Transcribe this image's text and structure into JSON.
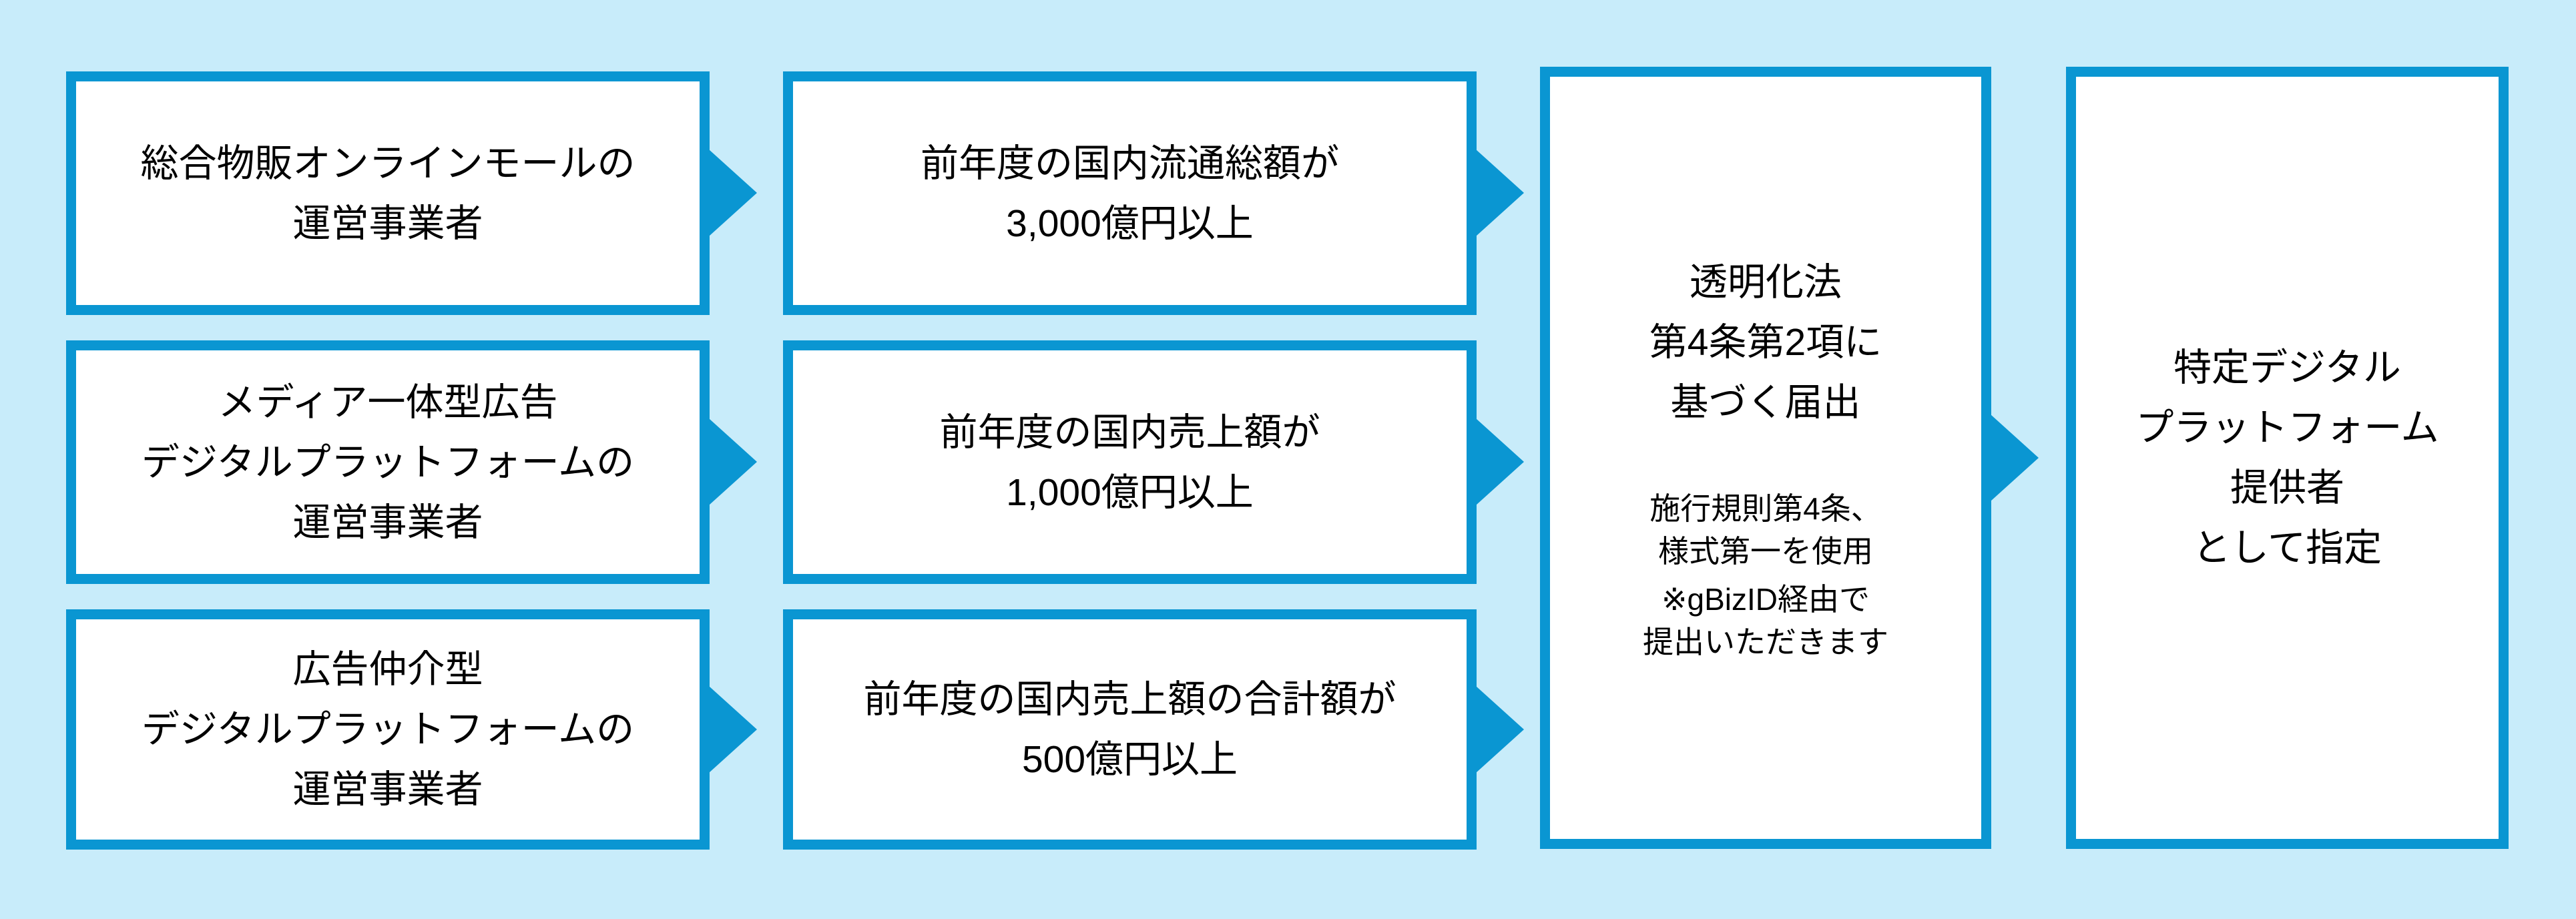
{
  "colors": {
    "background": "#c8ecfa",
    "accent_blue": "#0a96d2",
    "box_fill": "#ffffff",
    "text": "#000000"
  },
  "diagram": {
    "operators": [
      {
        "lines": [
          "総合物販オンラインモールの",
          "運営事業者"
        ]
      },
      {
        "lines": [
          "メディア一体型広告",
          "デジタルプラットフォームの",
          "運営事業者"
        ]
      },
      {
        "lines": [
          "広告仲介型",
          "デジタルプラットフォームの",
          "運営事業者"
        ]
      }
    ],
    "thresholds": [
      {
        "lines": [
          "前年度の国内流通総額が",
          "3,000億円以上"
        ]
      },
      {
        "lines": [
          "前年度の国内売上額が",
          "1,000億円以上"
        ]
      },
      {
        "lines": [
          "前年度の国内売上額の合計額が",
          "500億円以上"
        ]
      }
    ],
    "notification": {
      "title_lines": [
        "透明化法",
        "第4条第2項に",
        "基づく届出"
      ],
      "note1_lines": [
        "施行規則第4条、",
        "様式第一を使用"
      ],
      "note2_lines": [
        "※gBizID経由で",
        "提出いただきます"
      ]
    },
    "designation": {
      "lines": [
        "特定デジタル",
        "プラットフォーム",
        "提供者",
        "として指定"
      ]
    }
  }
}
